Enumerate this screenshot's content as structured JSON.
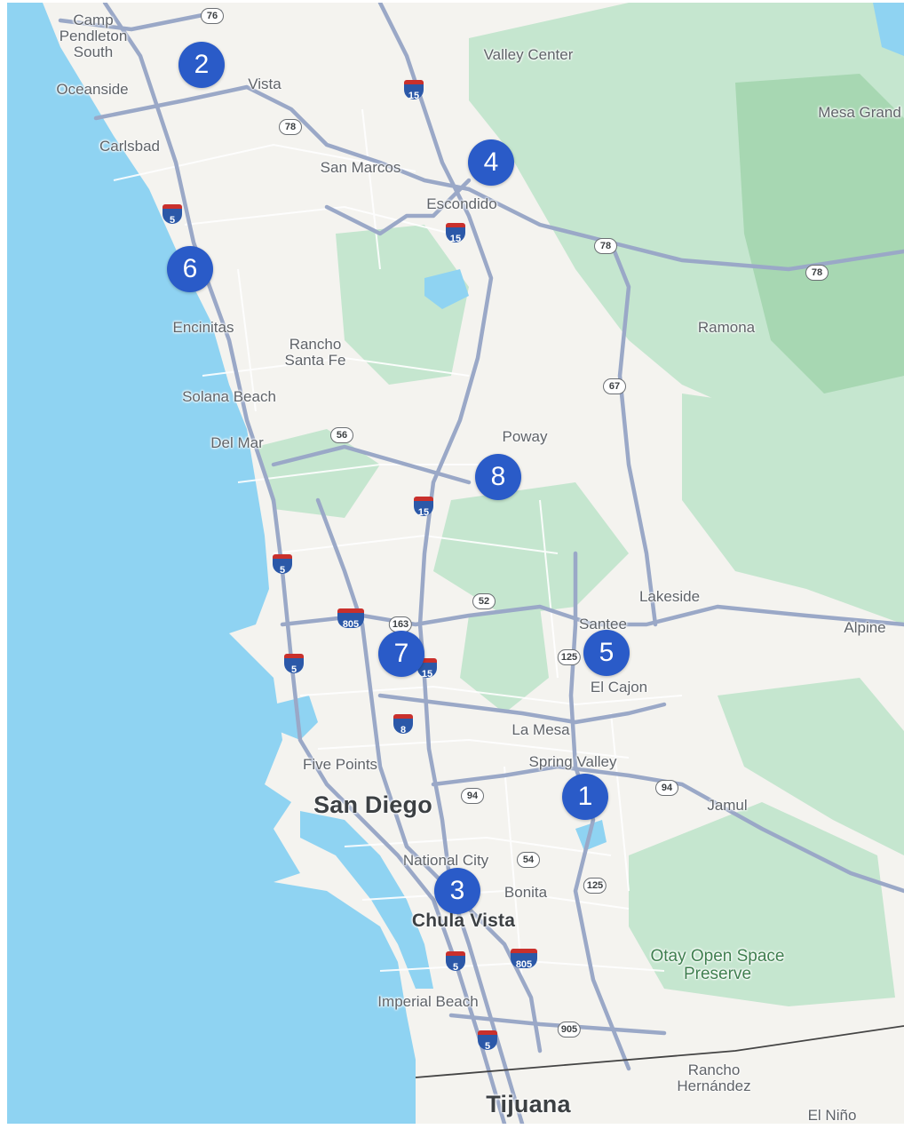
{
  "map": {
    "colors": {
      "land": "#f4f3ef",
      "water": "#8fd3f2",
      "park": "#c5e6cf",
      "park_dark": "#a7d7b2",
      "road": "#9aa8c7",
      "road_minor": "#ffffff",
      "border": "#444444",
      "marker": "#2a5bc8"
    },
    "places": {
      "camp_pendleton": "Camp Pendleton South",
      "oceanside": "Oceanside",
      "vista": "Vista",
      "valley_center": "Valley Center",
      "mesa_grande": "Mesa Grand",
      "carlsbad": "Carlsbad",
      "san_marcos": "San Marcos",
      "escondido": "Escondido",
      "encinitas": "Encinitas",
      "rancho_santa_fe": "Rancho Santa Fe",
      "ramona": "Ramona",
      "solana_beach": "Solana Beach",
      "del_mar": "Del Mar",
      "poway": "Poway",
      "lakeside": "Lakeside",
      "santee": "Santee",
      "alpine": "Alpine",
      "el_cajon": "El Cajon",
      "la_mesa": "La Mesa",
      "five_points": "Five Points",
      "spring_valley": "Spring Valley",
      "san_diego": "San Diego",
      "jamul": "Jamul",
      "national_city": "National City",
      "bonita": "Bonita",
      "chula_vista": "Chula Vista",
      "otay": "Otay Open Space Preserve",
      "imperial_beach": "Imperial Beach",
      "rancho_hernandez": "Rancho Hernández",
      "tijuana": "Tijuana",
      "el_nino": "El Niño"
    },
    "shields": {
      "sr76": "76",
      "sr78_a": "78",
      "sr78_b": "78",
      "sr78_c": "78",
      "i15_a": "15",
      "i15_b": "15",
      "i15_c": "15",
      "i15_d": "15",
      "i5_a": "5",
      "i5_b": "5",
      "i5_c": "5",
      "i5_d": "5",
      "i5_e": "5",
      "sr67": "67",
      "sr56": "56",
      "i805_a": "805",
      "i805_b": "805",
      "sr163": "163",
      "sr52": "52",
      "sr125_a": "125",
      "sr125_b": "125",
      "i8": "8",
      "sr94_a": "94",
      "sr94_b": "94",
      "sr54": "54",
      "sr905": "905"
    },
    "markers": [
      "1",
      "2",
      "3",
      "4",
      "5",
      "6",
      "7",
      "8"
    ]
  }
}
